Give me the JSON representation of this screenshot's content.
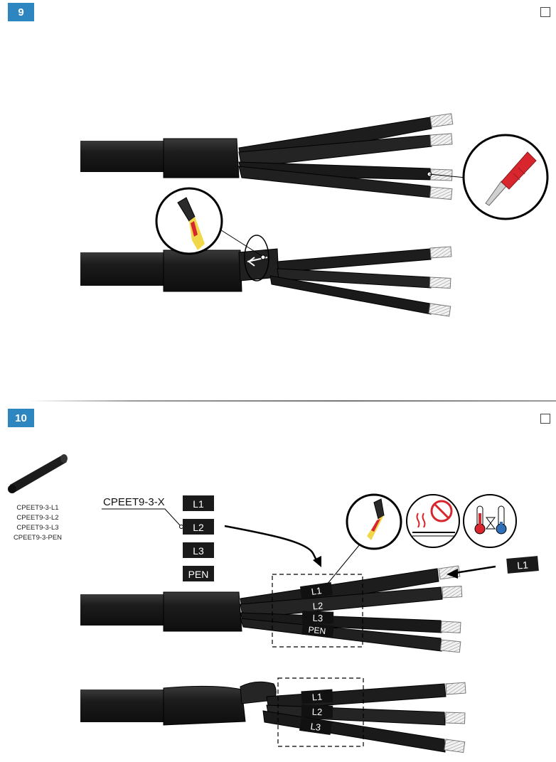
{
  "step9": {
    "number": "9"
  },
  "step10": {
    "number": "10",
    "product_code": "CPEET9-3-X",
    "part_numbers": [
      "CPEET9-3-L1",
      "CPEET9-3-L2",
      "CPEET9-3-L3",
      "CPEET9-3-PEN"
    ],
    "marker_labels": [
      "L1",
      "L2",
      "L3",
      "PEN"
    ],
    "arrow_marker_label": "L1",
    "sleeve_labels_upper": [
      "L1",
      "L2",
      "L3",
      "PEN"
    ],
    "sleeve_labels_lower": [
      "L1",
      "L2",
      "L3"
    ]
  },
  "icons": {
    "knife": "knife-icon",
    "torch": "gas-torch-icon",
    "no_reheat": "no-heat-surface-icon",
    "cooling": "thermometer-hourglass-icon"
  },
  "colors": {
    "badge": "#2e86c1",
    "cable": "#1e1e1e",
    "knife_handle": "#d7262d",
    "flame": "#f0d84a",
    "hot": "#d7262d",
    "cold": "#2f6fb7"
  }
}
